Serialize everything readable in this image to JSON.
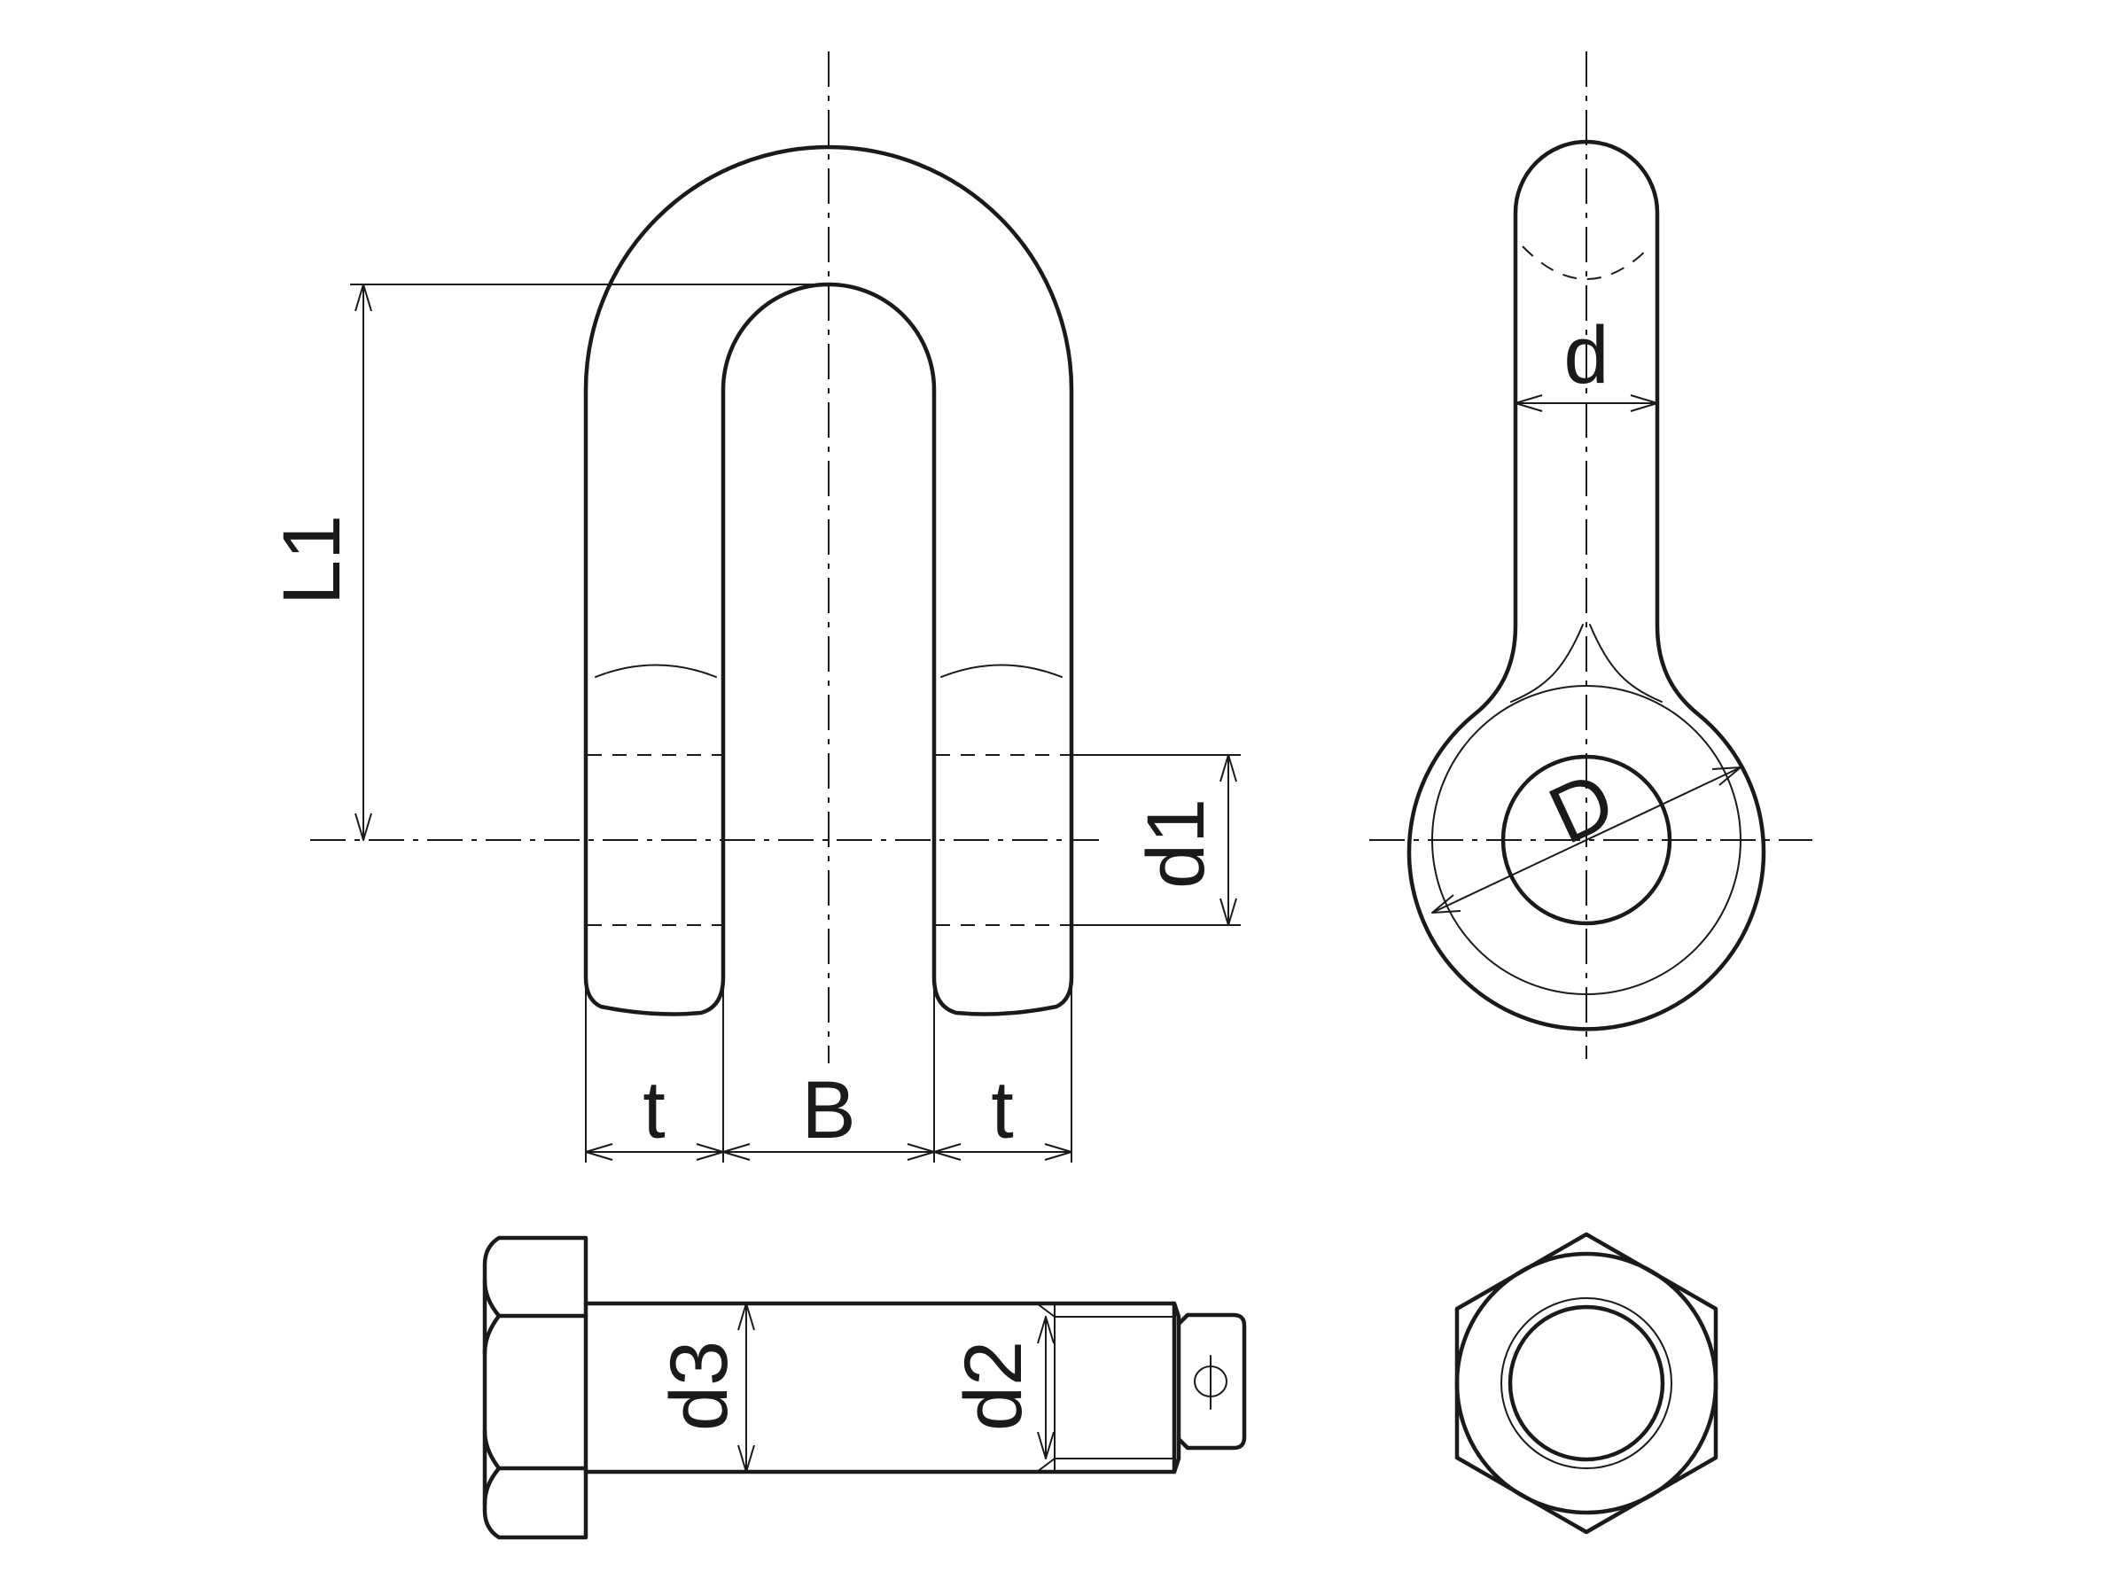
{
  "labels": {
    "L1": "L1",
    "d1": "d1",
    "t_left": "t",
    "B": "B",
    "t_right": "t",
    "d": "d",
    "D": "D",
    "d3": "d3",
    "d2": "d2"
  }
}
